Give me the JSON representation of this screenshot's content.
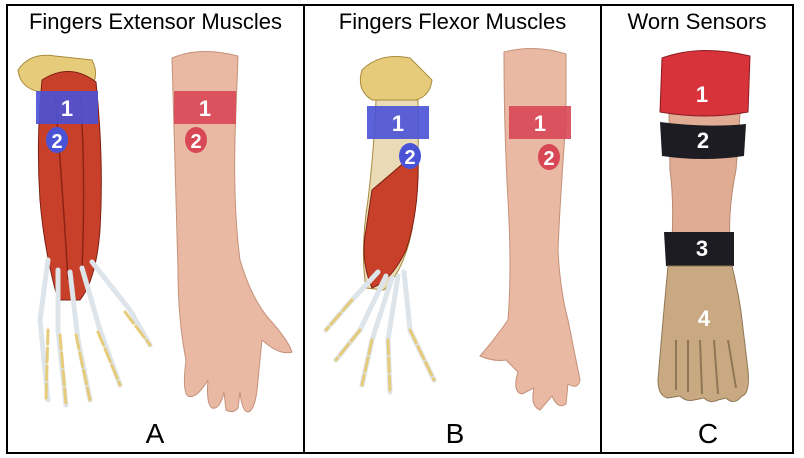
{
  "panels": [
    {
      "title": "Fingers Extensor Muscles",
      "letter": "A"
    },
    {
      "title": "Fingers Flexor Muscles",
      "letter": "B"
    },
    {
      "title": "Worn Sensors",
      "letter": "C"
    }
  ],
  "markers": {
    "electrode_1": "1",
    "electrode_2": "2",
    "band_1": "1",
    "band_2": "2",
    "band_3": "3",
    "glove_4": "4"
  },
  "colors": {
    "anatomy_marker": "#4a52d6",
    "skin_marker": "#d84755",
    "muscle": "#c8402a",
    "bone": "#e6cc7a",
    "tendon": "#dde4ea",
    "skin": "#e9b9a3",
    "sleeve_red": "#d8323a",
    "band_dark": "#1c1c22",
    "glove": "#c9a982"
  }
}
